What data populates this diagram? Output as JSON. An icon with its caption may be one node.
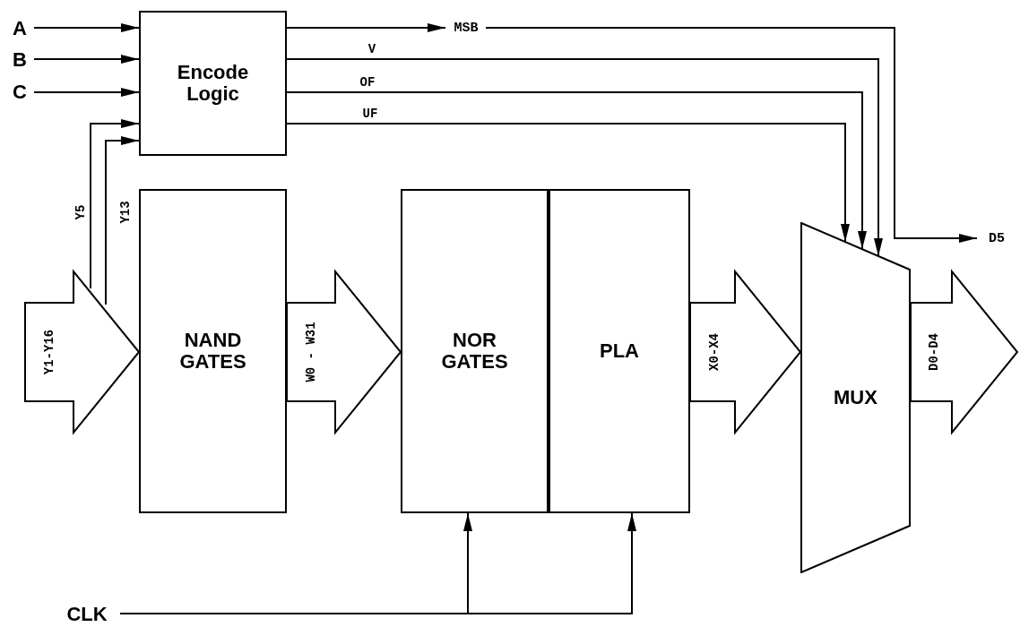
{
  "diagram": {
    "nodes": [
      {
        "text": [
          "A"
        ]
      },
      {
        "text": [
          "B"
        ]
      },
      {
        "text": [
          "C"
        ]
      },
      {
        "text": [
          "Encode Logic"
        ]
      },
      {
        "text": [
          "NAND GATES"
        ]
      },
      {
        "text": [
          "NOR GATES"
        ]
      },
      {
        "text": [
          "PLA"
        ]
      },
      {
        "text": [
          "MUX"
        ]
      },
      {
        "text": [
          "CLK"
        ]
      },
      {
        "text": [
          "MSB"
        ]
      },
      {
        "text": [
          "D5"
        ]
      }
    ],
    "edges": [
      {
        "from": 0,
        "to": 3,
        "arrow": "to"
      },
      {
        "from": 1,
        "to": 3,
        "arrow": "to"
      },
      {
        "from": 2,
        "to": 3,
        "arrow": "to"
      },
      {
        "from": null,
        "to": 3,
        "arrow": "to",
        "label": "Y5"
      },
      {
        "from": null,
        "to": 3,
        "arrow": "to",
        "label": "Y13"
      },
      {
        "from": 3,
        "to": 9,
        "arrow": "to"
      },
      {
        "from": 9,
        "to": 10,
        "arrow": "to"
      },
      {
        "from": 3,
        "to": 7,
        "arrow": "to",
        "label": "V"
      },
      {
        "from": 3,
        "to": 7,
        "arrow": "to",
        "label": "OF"
      },
      {
        "from": 3,
        "to": 7,
        "arrow": "to",
        "label": "UF"
      },
      {
        "from": null,
        "to": 4,
        "arrow": "to",
        "label": "Y1-Y16",
        "style": "thick"
      },
      {
        "from": 4,
        "to": 5,
        "arrow": "to",
        "label": "W0 - W31",
        "style": "thick"
      },
      {
        "from": 6,
        "to": 7,
        "arrow": "to",
        "label": "X0-X4",
        "style": "thick"
      },
      {
        "from": 7,
        "to": null,
        "arrow": "to",
        "label": "D0-D4",
        "style": "thick"
      },
      {
        "from": 8,
        "to": 5,
        "arrow": "to"
      },
      {
        "from": 8,
        "to": 6,
        "arrow": "to"
      }
    ]
  }
}
